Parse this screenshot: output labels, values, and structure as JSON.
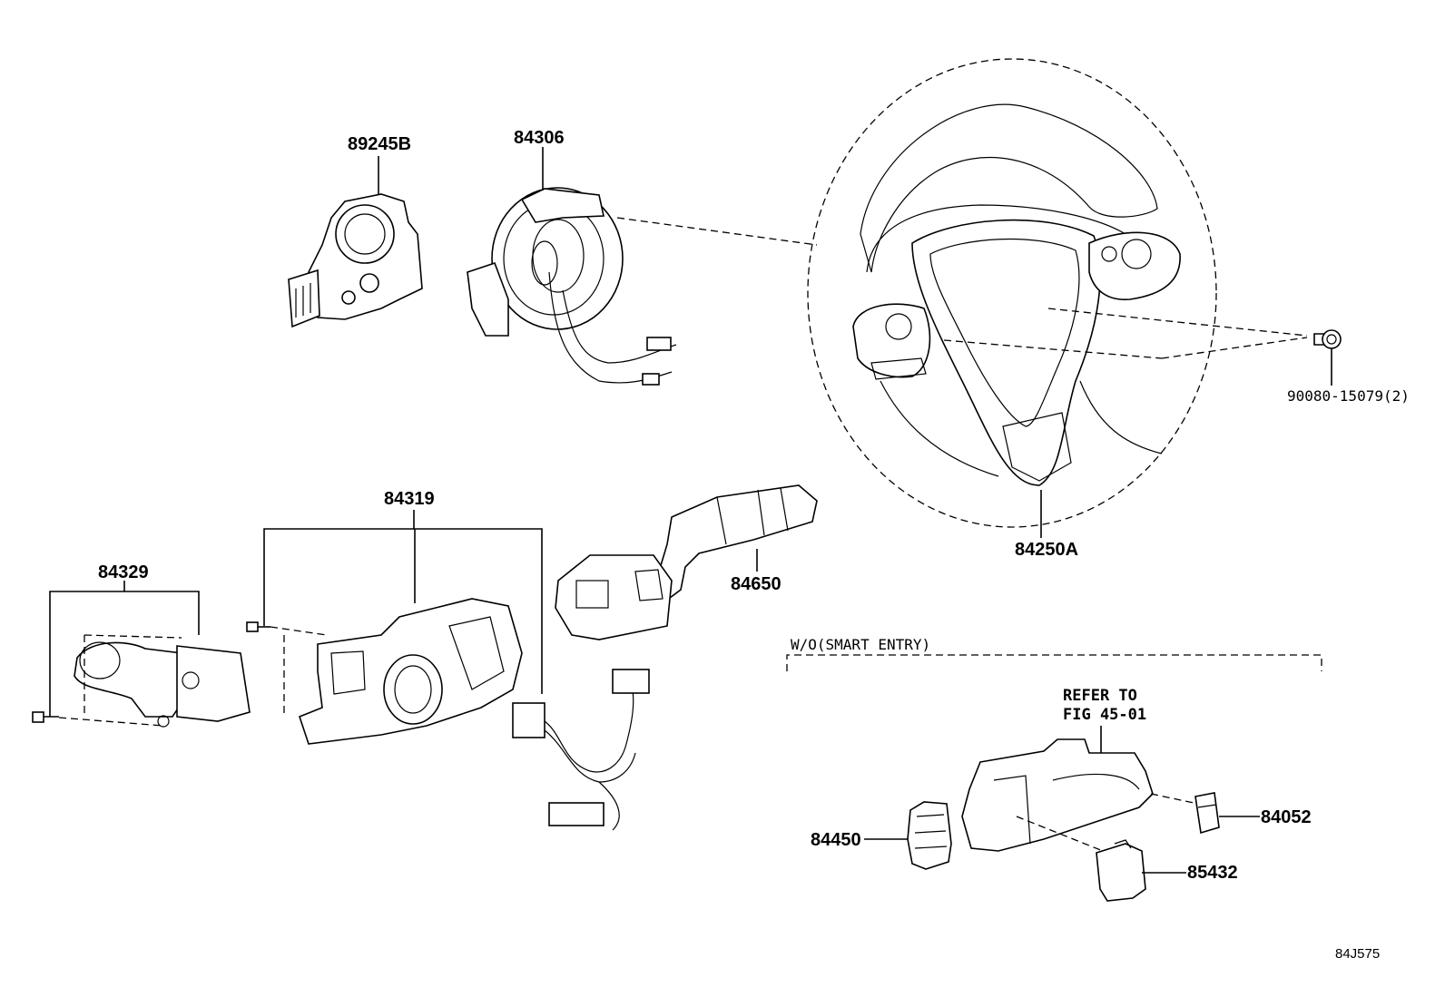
{
  "parts": {
    "sensor": "89245B",
    "spiral_cable": "84306",
    "steering_wheel": "84250A",
    "screw": "90080-15079(2)",
    "switch_assy": "84319",
    "light_switch": "84329",
    "wiper_switch": "84650",
    "ignition_switch": "84450",
    "switch_84052": "84052",
    "switch_85432": "85432"
  },
  "notes": {
    "variant": "W/O(SMART ENTRY)",
    "refer_line1": "REFER TO",
    "refer_line2": "FIG 45-01"
  },
  "figure_id": "84J575"
}
